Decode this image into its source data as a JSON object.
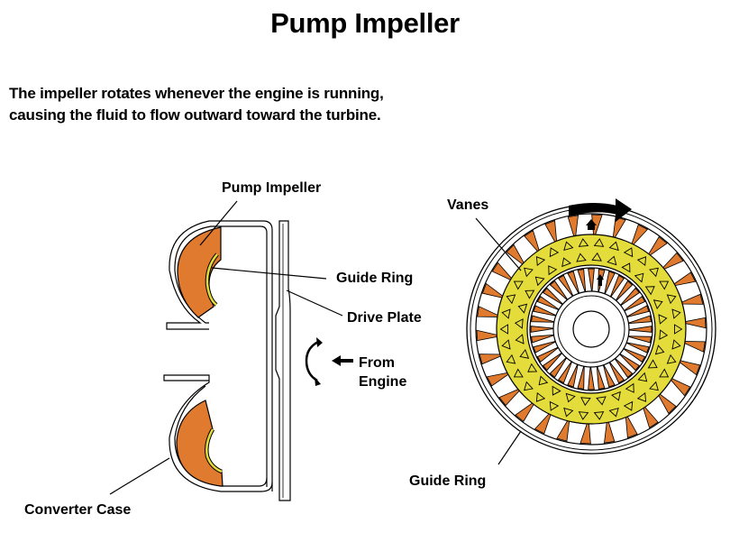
{
  "title": "Pump Impeller",
  "description": {
    "line1": "The impeller rotates whenever the engine is running,",
    "line2": "causing the fluid to flow outward toward the turbine."
  },
  "side_view": {
    "labels": {
      "pump_impeller": "Pump Impeller",
      "guide_ring": "Guide Ring",
      "drive_plate": "Drive Plate",
      "from_engine_line1": "From",
      "from_engine_line2": "Engine",
      "converter_case": "Converter Case"
    },
    "icons": [
      "rotation-arrow-icon",
      "input-arrow-icon"
    ]
  },
  "front_view": {
    "labels": {
      "vanes": "Vanes",
      "guide_ring": "Guide Ring"
    },
    "icons": [
      "rotation-direction-arrow-icon"
    ],
    "outer_vane_count": 30,
    "inner_vane_count": 36
  },
  "colors": {
    "impeller_orange": "#e07a2e",
    "guide_ring_yellow": "#e3dc3a",
    "outline": "#000000",
    "background": "#ffffff"
  }
}
